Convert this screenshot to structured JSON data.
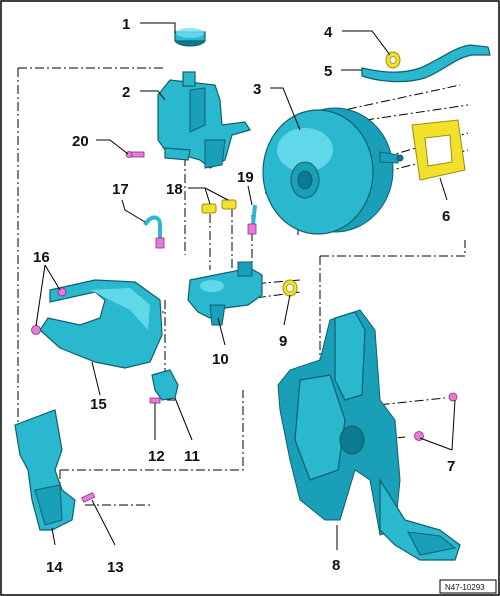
{
  "diagram": {
    "reference": "N47-10293",
    "callouts": [
      "1",
      "2",
      "3",
      "4",
      "5",
      "6",
      "7",
      "8",
      "9",
      "10",
      "11",
      "12",
      "13",
      "14",
      "15",
      "16",
      "17",
      "18",
      "19",
      "20"
    ]
  },
  "colors": {
    "part": "#2ab8cf",
    "fastener": "#e87ad8",
    "seal": "#f2e12a"
  }
}
